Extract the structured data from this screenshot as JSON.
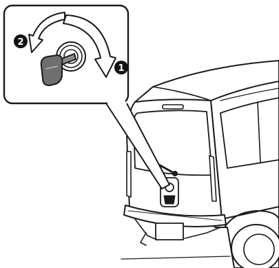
{
  "figure": {
    "steps": [
      {
        "number": "2",
        "action": "counterclockwise"
      },
      {
        "number": "1",
        "action": "clockwise"
      }
    ],
    "colors": {
      "line": "#1a1a1a",
      "arrow_fill": "#ffffff",
      "step_badge": "#111111",
      "key_fill": "#6f6f6f",
      "background": "#ffffff"
    },
    "icons": [
      "key-icon",
      "lock-cylinder-icon",
      "arrow-clockwise-icon",
      "arrow-counterclockwise-icon",
      "van-rear-icon"
    ]
  }
}
